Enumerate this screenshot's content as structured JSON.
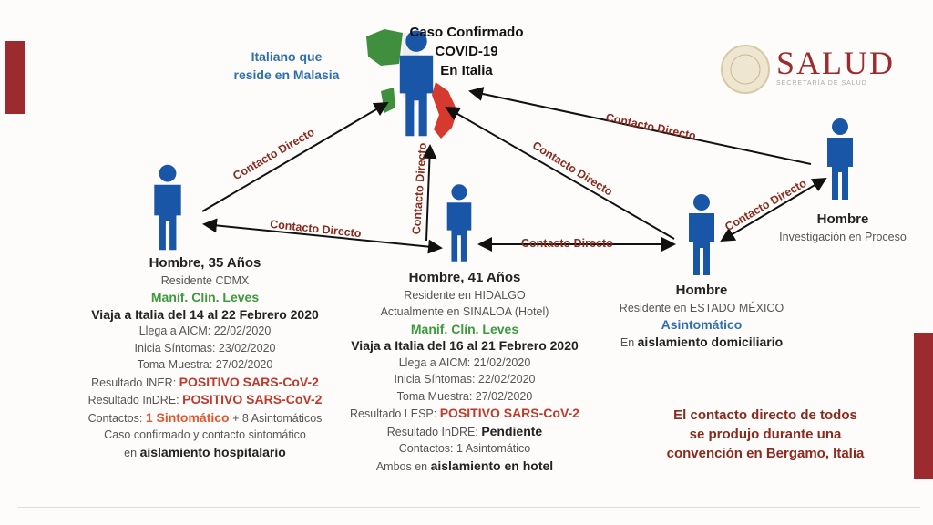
{
  "colors": {
    "brand": "#9c2a2f",
    "person": "#1a56a8",
    "green": "#3d9a3d",
    "red": "#c0392b"
  },
  "logo": {
    "name": "SALUD",
    "subtitle": "SECRETARÍA DE SALUD"
  },
  "center": {
    "title_lines": [
      "Caso Confirmado",
      "COVID-19",
      "En Italia"
    ],
    "side_label": "Italiano que\nreside en Malasia"
  },
  "edge_label": "Contacto Directo",
  "p35": {
    "title": "Hombre, 35 Años",
    "res": "Residente CDMX",
    "manif": "Manif. Clín. Leves",
    "trip": "Viaja a Italia del 14 al 22 Febrero 2020",
    "l1": "Llega a AICM: 22/02/2020",
    "l2": "Inicia Síntomas: 23/02/2020",
    "l3": "Toma Muestra: 27/02/2020",
    "r1_label": "Resultado INER:",
    "r1": "POSITIVO SARS-CoV-2",
    "r2_label": "Resultado InDRE:",
    "r2": "POSITIVO SARS-CoV-2",
    "c_label": "Contactos:",
    "c_sint": "1 Sintomático",
    "c_rest": "+ 8 Asintomáticos",
    "l4": "Caso confirmado y contacto sintomático",
    "iso_pre": "en",
    "iso": "aislamiento hospitalario"
  },
  "p41": {
    "title": "Hombre, 41 Años",
    "res": "Residente en HIDALGO",
    "now": "Actualmente en SINALOA (Hotel)",
    "manif": "Manif. Clín. Leves",
    "trip": "Viaja a Italia del 16 al 21 Febrero 2020",
    "l1": "Llega a AICM: 21/02/2020",
    "l2": "Inicia Síntomas: 22/02/2020",
    "l3": "Toma Muestra: 27/02/2020",
    "r1_label": "Resultado LESP:",
    "r1": "POSITIVO SARS-CoV-2",
    "r2_label": "Resultado InDRE:",
    "r2": "Pendiente",
    "c": "Contactos: 1 Asintomático",
    "iso_pre": "Ambos en",
    "iso": "aislamiento en hotel"
  },
  "pem": {
    "title": "Hombre",
    "res": "Residente en ESTADO MÉXICO",
    "status": "Asintomático",
    "iso_pre": "En",
    "iso": "aislamiento domiciliario"
  },
  "pinv": {
    "title": "Hombre",
    "sub": "Investigación en Proceso"
  },
  "note": "El contacto directo de todos\nse produjo durante una\nconvención en Bergamo, Italia"
}
